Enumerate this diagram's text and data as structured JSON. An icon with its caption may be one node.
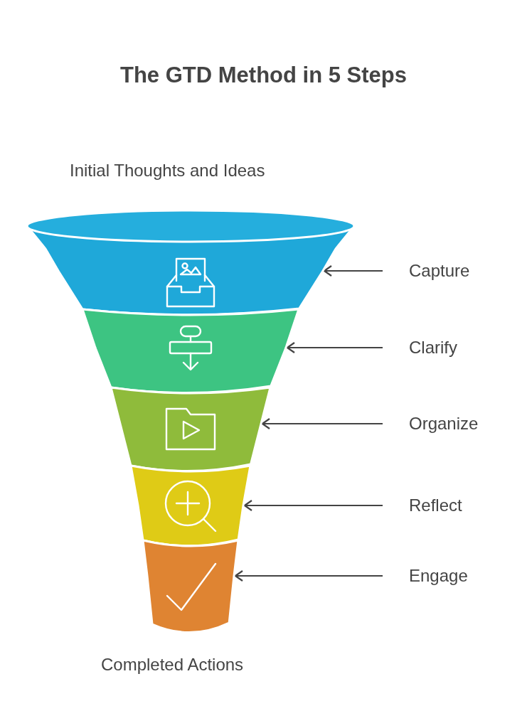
{
  "diagram": {
    "title": "The GTD Method in 5 Steps",
    "nodes": [
      {
        "text": [],
        "shape": "band"
      },
      {
        "text": [],
        "shape": "band"
      },
      {
        "text": [],
        "shape": "band"
      },
      {
        "text": [],
        "shape": "band"
      },
      {
        "text": [],
        "shape": "band"
      },
      {
        "text": [
          "Capture"
        ]
      },
      {
        "text": [
          "Clarify"
        ]
      },
      {
        "text": [
          "Organize"
        ]
      },
      {
        "text": [
          "Reflect"
        ]
      },
      {
        "text": [
          "Engage"
        ]
      }
    ],
    "edges": [
      {
        "from": 5,
        "to": 0,
        "arrow": "to"
      },
      {
        "from": 6,
        "to": 1,
        "arrow": "to"
      },
      {
        "from": 7,
        "to": 2,
        "arrow": "to"
      },
      {
        "from": 8,
        "to": 3,
        "arrow": "to"
      },
      {
        "from": 9,
        "to": 4,
        "arrow": "to"
      }
    ],
    "labels": [
      "Initial Thoughts and Ideas",
      "Completed Actions"
    ]
  }
}
